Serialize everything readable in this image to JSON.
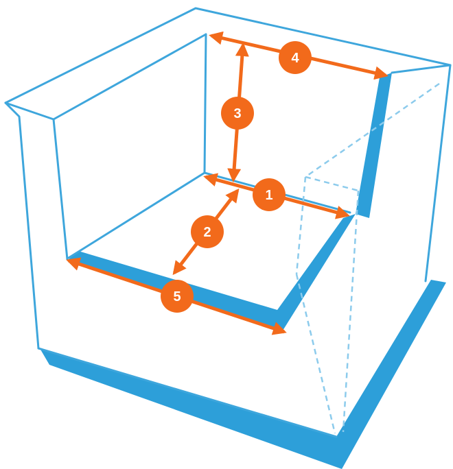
{
  "colors": {
    "frame_line": "#3ea6dc",
    "frame_fill": "#2d9fd9",
    "hidden_line": "#8ccbec",
    "measure": "#f26a1b",
    "background": "#ffffff"
  },
  "markers": [
    {
      "id": "1",
      "label": "1"
    },
    {
      "id": "2",
      "label": "2"
    },
    {
      "id": "3",
      "label": "3"
    },
    {
      "id": "4",
      "label": "4"
    },
    {
      "id": "5",
      "label": "5"
    }
  ]
}
